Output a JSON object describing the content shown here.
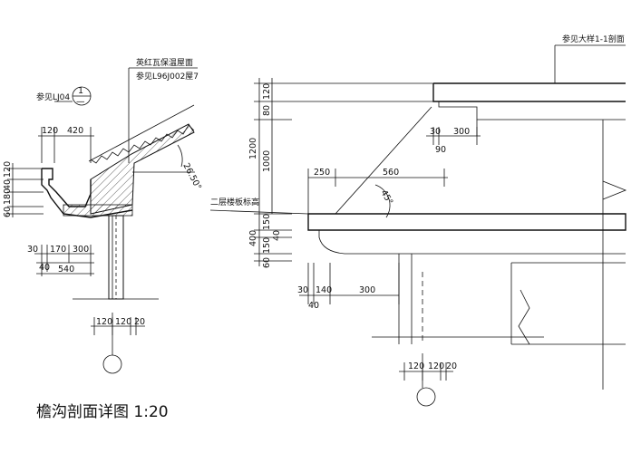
{
  "drawing": {
    "title": "檐沟剖面详图 1:20",
    "left_section": {
      "note_tile_line1": "英红瓦保温屋面",
      "note_tile_line2": "参见L96J002屋7",
      "note_ref": "参见LJ04",
      "callout_top": "1",
      "callout_bottom": "—",
      "angle": "26.50°",
      "dims": {
        "d120_top": "120",
        "d420": "420",
        "v120": "120",
        "v40": "40",
        "v180": "180",
        "v60": "60",
        "d30": "30",
        "d170": "170",
        "d300": "300",
        "d40": "40",
        "d540": "540",
        "b120a": "120",
        "b120b": "120",
        "b20": "20"
      }
    },
    "right_section": {
      "note_ref": "参见大样1-1剖面",
      "note_floor": "二层楼板标高",
      "angle": "45°",
      "dims": {
        "v120": "120",
        "v80": "80",
        "v1200": "1200",
        "v1000": "1000",
        "v150": "150",
        "v400": "400",
        "v150b": "150",
        "v40": "40",
        "v60": "60",
        "h30": "30",
        "h300": "300",
        "h90": "90",
        "h250": "250",
        "h560": "560",
        "b30": "30",
        "b140": "140",
        "b300": "300",
        "b40": "40",
        "c120a": "120",
        "c120b": "120",
        "c20": "20"
      }
    }
  }
}
